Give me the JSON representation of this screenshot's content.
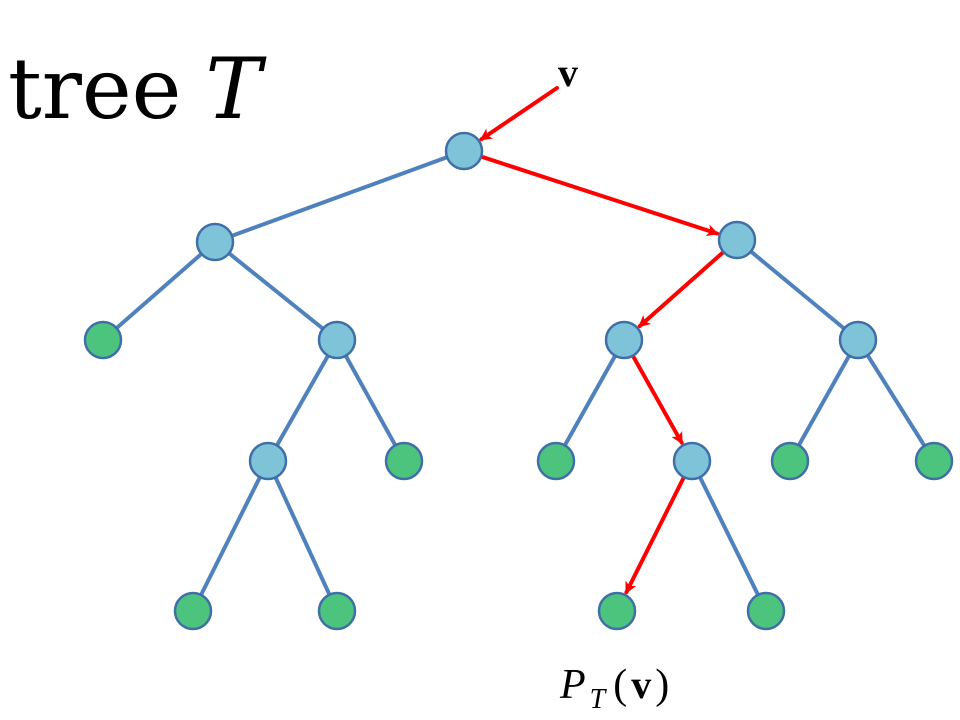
{
  "title": {
    "word": "tree",
    "variable": "T"
  },
  "input_label": "v",
  "output_label": {
    "main": "P",
    "subscript": "T",
    "open_paren": "(",
    "argument": "v",
    "close_paren": ")"
  },
  "colors": {
    "tree_edge": "#4f81bd",
    "path_arrow": "#ff0000",
    "internal_node_fill": "#7fc3d8",
    "leaf_node_fill": "#4dc47d",
    "node_stroke": "#3f6fa8"
  },
  "tree": {
    "nodes": [
      {
        "id": "root",
        "kind": "internal"
      },
      {
        "id": "l",
        "kind": "internal"
      },
      {
        "id": "r",
        "kind": "internal"
      },
      {
        "id": "ll",
        "kind": "leaf"
      },
      {
        "id": "lr",
        "kind": "internal"
      },
      {
        "id": "rl",
        "kind": "internal"
      },
      {
        "id": "rr",
        "kind": "internal"
      },
      {
        "id": "lrl",
        "kind": "internal"
      },
      {
        "id": "lrr",
        "kind": "leaf"
      },
      {
        "id": "rll",
        "kind": "leaf"
      },
      {
        "id": "rlr",
        "kind": "internal"
      },
      {
        "id": "rrl",
        "kind": "leaf"
      },
      {
        "id": "rrr",
        "kind": "leaf"
      },
      {
        "id": "lrll",
        "kind": "leaf"
      },
      {
        "id": "lrlr",
        "kind": "leaf"
      },
      {
        "id": "rlrl",
        "kind": "leaf"
      },
      {
        "id": "rlrr",
        "kind": "leaf"
      }
    ],
    "edges": [
      {
        "from": "root",
        "to": "l",
        "on_path": false
      },
      {
        "from": "root",
        "to": "r",
        "on_path": true
      },
      {
        "from": "l",
        "to": "ll",
        "on_path": false
      },
      {
        "from": "l",
        "to": "lr",
        "on_path": false
      },
      {
        "from": "r",
        "to": "rl",
        "on_path": true
      },
      {
        "from": "r",
        "to": "rr",
        "on_path": false
      },
      {
        "from": "lr",
        "to": "lrl",
        "on_path": false
      },
      {
        "from": "lr",
        "to": "lrr",
        "on_path": false
      },
      {
        "from": "rl",
        "to": "rll",
        "on_path": false
      },
      {
        "from": "rl",
        "to": "rlr",
        "on_path": true
      },
      {
        "from": "rr",
        "to": "rrl",
        "on_path": false
      },
      {
        "from": "rr",
        "to": "rrr",
        "on_path": false
      },
      {
        "from": "lrl",
        "to": "lrll",
        "on_path": false
      },
      {
        "from": "lrl",
        "to": "lrlr",
        "on_path": false
      },
      {
        "from": "rlr",
        "to": "rlrl",
        "on_path": true
      },
      {
        "from": "rlr",
        "to": "rlrr",
        "on_path": false
      }
    ],
    "input_arrow_to": "root"
  }
}
